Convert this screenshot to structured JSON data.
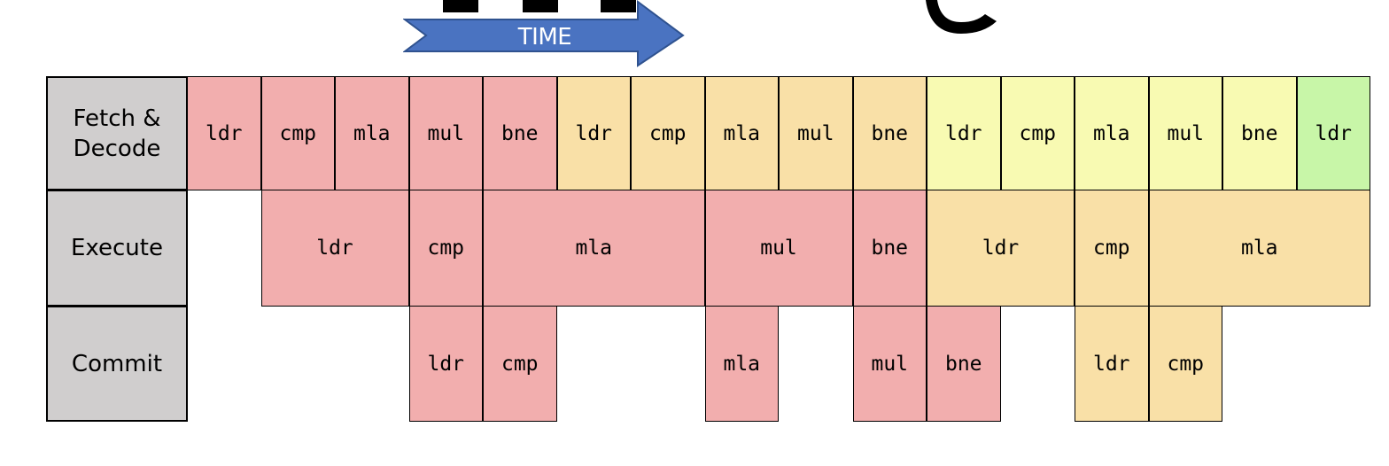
{
  "time_label": "TIME",
  "colors": {
    "stage_bg": "#d0cece",
    "iteration_1": "#f2aeae",
    "iteration_2": "#f9e0a7",
    "iteration_3": "#f8fab2",
    "iteration_4": "#c8f6a8",
    "arrow": "#4a73c1"
  },
  "stages": [
    {
      "label": "Fetch &\nDecode",
      "ops": [
        {
          "text": "ldr",
          "start": 0,
          "span": 1,
          "color": "red"
        },
        {
          "text": "cmp",
          "start": 1,
          "span": 1,
          "color": "red"
        },
        {
          "text": "mla",
          "start": 2,
          "span": 1,
          "color": "red"
        },
        {
          "text": "mul",
          "start": 3,
          "span": 1,
          "color": "red"
        },
        {
          "text": "bne",
          "start": 4,
          "span": 1,
          "color": "red"
        },
        {
          "text": "ldr",
          "start": 5,
          "span": 1,
          "color": "orange"
        },
        {
          "text": "cmp",
          "start": 6,
          "span": 1,
          "color": "orange"
        },
        {
          "text": "mla",
          "start": 7,
          "span": 1,
          "color": "orange"
        },
        {
          "text": "mul",
          "start": 8,
          "span": 1,
          "color": "orange"
        },
        {
          "text": "bne",
          "start": 9,
          "span": 1,
          "color": "orange"
        },
        {
          "text": "ldr",
          "start": 10,
          "span": 1,
          "color": "yellow"
        },
        {
          "text": "cmp",
          "start": 11,
          "span": 1,
          "color": "yellow"
        },
        {
          "text": "mla",
          "start": 12,
          "span": 1,
          "color": "yellow"
        },
        {
          "text": "mul",
          "start": 13,
          "span": 1,
          "color": "yellow"
        },
        {
          "text": "bne",
          "start": 14,
          "span": 1,
          "color": "yellow"
        },
        {
          "text": "ldr",
          "start": 15,
          "span": 1,
          "color": "green"
        }
      ]
    },
    {
      "label": "Execute",
      "ops": [
        {
          "text": "ldr",
          "start": 1,
          "span": 2,
          "color": "red"
        },
        {
          "text": "cmp",
          "start": 3,
          "span": 1,
          "color": "red"
        },
        {
          "text": "mla",
          "start": 4,
          "span": 3,
          "color": "red"
        },
        {
          "text": "mul",
          "start": 7,
          "span": 2,
          "color": "red"
        },
        {
          "text": "bne",
          "start": 9,
          "span": 1,
          "color": "red"
        },
        {
          "text": "ldr",
          "start": 10,
          "span": 2,
          "color": "orange"
        },
        {
          "text": "cmp",
          "start": 12,
          "span": 1,
          "color": "orange"
        },
        {
          "text": "mla",
          "start": 13,
          "span": 3,
          "color": "orange"
        }
      ]
    },
    {
      "label": "Commit",
      "ops": [
        {
          "text": "ldr",
          "start": 3,
          "span": 1,
          "color": "red"
        },
        {
          "text": "cmp",
          "start": 4,
          "span": 1,
          "color": "red"
        },
        {
          "text": "mla",
          "start": 7,
          "span": 1,
          "color": "red"
        },
        {
          "text": "mul",
          "start": 9,
          "span": 1,
          "color": "red"
        },
        {
          "text": "bne",
          "start": 10,
          "span": 1,
          "color": "red"
        },
        {
          "text": "ldr",
          "start": 12,
          "span": 1,
          "color": "orange"
        },
        {
          "text": "cmp",
          "start": 13,
          "span": 1,
          "color": "orange"
        }
      ]
    }
  ]
}
